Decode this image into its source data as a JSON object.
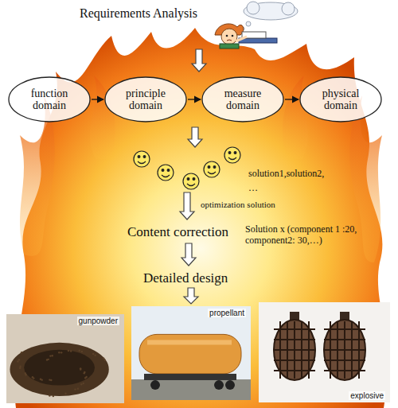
{
  "diagram": {
    "nodes": [
      {
        "text": [
          "function domain"
        ]
      },
      {
        "text": [
          "principle domain"
        ]
      },
      {
        "text": [
          "measure domain"
        ]
      },
      {
        "text": [
          "physical domain"
        ]
      },
      {
        "text": [
          "gunpowder"
        ]
      },
      {
        "text": [
          "propellant"
        ]
      },
      {
        "text": [
          "explosive"
        ]
      }
    ],
    "edges": [
      {
        "from": 0,
        "to": 1,
        "arrow": "to"
      },
      {
        "from": 1,
        "to": 2,
        "arrow": "to"
      },
      {
        "from": 2,
        "to": 3,
        "arrow": "to"
      }
    ],
    "labels": [
      "Requirements Analysis",
      "solution1,solution2,",
      "…",
      "optimization solution",
      "Content correction",
      "Solution x (component 1 :20, component2: 30,…)",
      "Detailed design"
    ]
  }
}
